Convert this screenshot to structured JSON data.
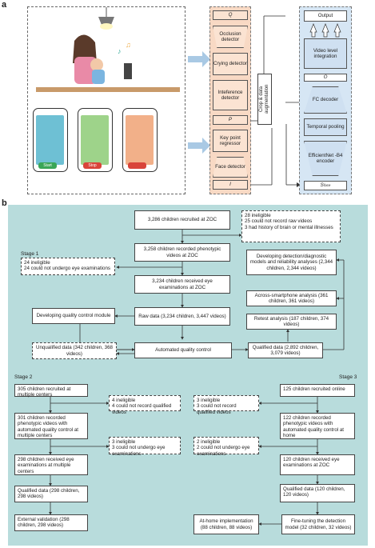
{
  "panel_a": {
    "label": "a",
    "phones": [
      {
        "button": "Start",
        "button_color": "#3aa657"
      },
      {
        "button": "Stop",
        "button_color": "#d9443a"
      },
      {
        "button": "",
        "button_color": "#d9443a"
      }
    ],
    "detection": {
      "top_symbol": "Q",
      "modules": [
        "Occlusion detector",
        "Crying detector",
        "Inteference detector"
      ],
      "p_symbol": "P",
      "regressor": "Key point regressor",
      "face": "Face detector",
      "i_symbol": "I"
    },
    "crop_label": "Crop & data augmentation",
    "network": {
      "output": "Output",
      "video_integration": "Video level integration",
      "o_symbol": "O",
      "fc": "FC decoder",
      "temporal": "Temporal pooling",
      "encoder": "EfficientNet -B4 encoder",
      "s_face": "S",
      "s_sub": "face"
    },
    "colors": {
      "orange_panel": "#f8d9c4",
      "blue_panel": "#d6e6f4",
      "arrow": "#a9c9e4"
    }
  },
  "panel_b": {
    "label": "b",
    "bg": "#b8dcdc",
    "stage1": "Stage 1",
    "stage2": "Stage 2",
    "stage3": "Stage 3",
    "main": {
      "recruited": "3,286 children recruited at ZOC",
      "excluded1": "28 ineligible\n 25 could not record raw videos\n 3 had history of brain or mental illnesses",
      "recorded": "3,258 children recorded phenotypic videos at ZOC",
      "excluded2": "24 ineligible\n 24 could not undergo eye examinations",
      "eye_exam": "3,234 children received eye examinations at ZOC",
      "quality_module": "Developing quality control module",
      "raw_data": "Raw data (3,234 children, 3,447 videos)",
      "auto_qc": "Automated quality control",
      "unqualified": "Unqualified data (342 children, 368 videos)",
      "qualified": "Qualified data (2,892 children, 3,079 videos)",
      "developing": "Developing detection/diagnostic models and reliability analyses (2,344 children, 2,344 videos)",
      "across": "Across-smartphone analysis (361 children, 361 videos)",
      "retest": "Retest analysis (187 children, 374 videos)"
    },
    "s2": {
      "recruited": "305 children recruited at multiple centers",
      "excl1": "4 ineligible\n 4 could not record qualified videos",
      "recorded": "301 children recorded phenotypic videos with automated quality control at multiple centers",
      "excl2": "3 ineligible\n 3 could not undergo eye examinations",
      "eye": "298 children received eye examinations at multiple centers",
      "qualified": "Qualified data (298 children, 298 videos)",
      "validation": "External validation (298 children, 298 videos)"
    },
    "s3": {
      "recruited": "125 children recruited online",
      "excl1": "3 ineligible\n 3 could not record qualified videos",
      "recorded": "122 children recorded phenotypic videos with automated quality control at home",
      "excl2": "2 ineligible\n 2 could not undergo eye examinations",
      "eye": "120 children received eye examinations at ZOC",
      "qualified": "Qualified data (120 children, 120 videos)",
      "finetune": "Fine-tuning the detection model (32 children, 32 videos)",
      "athome": "At-home implementation (88 children, 88 videos)"
    }
  }
}
